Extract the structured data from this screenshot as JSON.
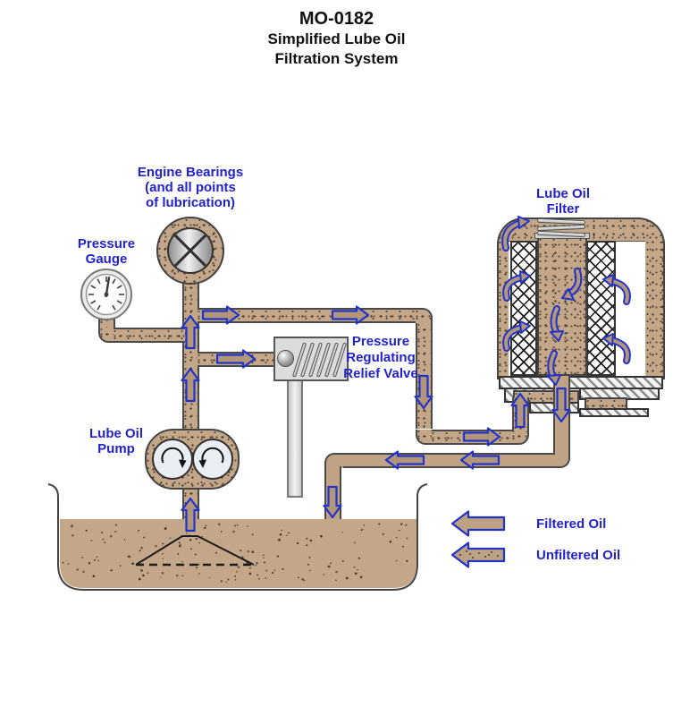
{
  "title": {
    "line1": "MO-0182",
    "line2": "Simplified Lube Oil",
    "line3": "Filtration System"
  },
  "labels": {
    "engine_bearings": {
      "line1": "Engine Bearings",
      "line2": "(and all points",
      "line3": "of lubrication)"
    },
    "pressure_gauge": {
      "line1": "Pressure",
      "line2": "Gauge"
    },
    "lube_oil_filter": {
      "line1": "Lube Oil",
      "line2": "Filter"
    },
    "relief_valve": {
      "line1": "Pressure",
      "line2": "Regulating",
      "line3": "Relief Valve"
    },
    "lube_oil_pump": {
      "line1": "Lube Oil",
      "line2": "Pump"
    }
  },
  "legend": {
    "filtered": "Filtered Oil",
    "unfiltered": "Unfiltered Oil"
  },
  "colors": {
    "label_blue": "#2222cc",
    "title_black": "#111111",
    "pipe_tan": "#c3a788",
    "filtered_tan": "#c0a284",
    "arrow_outline_blue": "#2233cc",
    "arrow_fill_tan": "#b29679",
    "valve_gray": "#dcdcdc",
    "pipe_outline": "#4a4a4a"
  }
}
